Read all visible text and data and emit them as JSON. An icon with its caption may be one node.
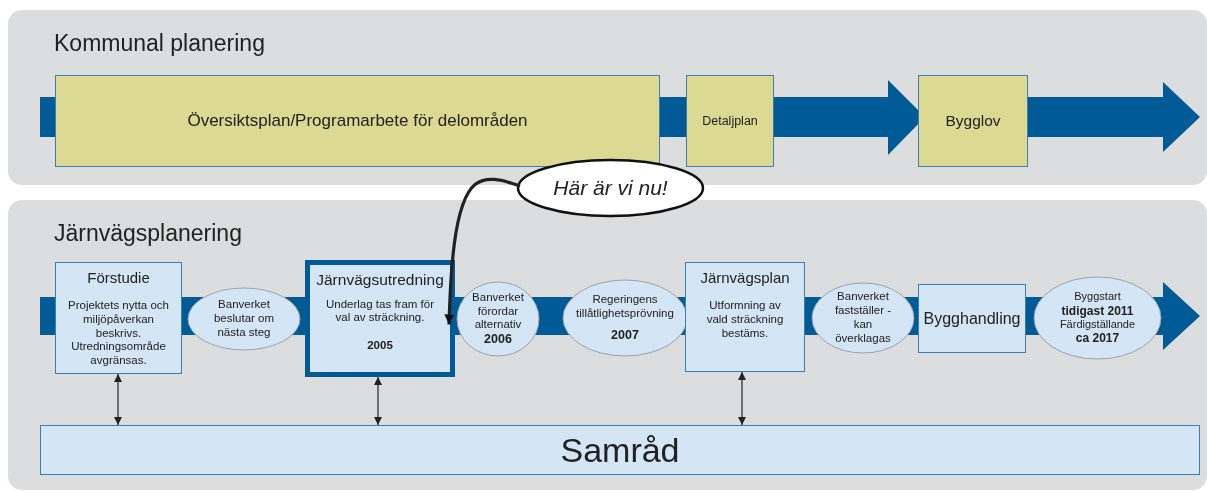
{
  "diagram": {
    "nodes": [
      {
        "text": [
          "Kommunal planering"
        ]
      },
      {
        "text": [
          "Översiktsplan/Programarbete för delområden"
        ],
        "in": 0
      },
      {
        "text": [
          "Detaljplan"
        ],
        "in": 0
      },
      {
        "text": [
          "Bygglov"
        ],
        "in": 0
      },
      {
        "text": [
          "Järnvägsplanering"
        ]
      },
      {
        "text": [
          "Förstudie",
          "Projektets nytta och miljöpåverkan beskrivs. Utredningsområde avgränsas."
        ],
        "in": 4
      },
      {
        "text": [
          "Banverket beslutar om nästa steg"
        ],
        "in": 4
      },
      {
        "text": [
          "Järnvägsutredning",
          "Underlag tas fram för val av sträckning.",
          "2005"
        ],
        "in": 4
      },
      {
        "text": [
          "Banverket förordar alternativ",
          "2006"
        ],
        "in": 4
      },
      {
        "text": [
          "Regeringens tillåtlighetsprövning",
          "2007"
        ],
        "in": 4
      },
      {
        "text": [
          "Järnvägsplan",
          "Utformning av vald sträckning bestäms."
        ],
        "in": 4
      },
      {
        "text": [
          "Banverket fastställer - kan överklagas"
        ],
        "in": 4
      },
      {
        "text": [
          "Bygghandling"
        ],
        "in": 4
      },
      {
        "text": [
          "Byggstart",
          "tidigast 2011",
          "Färdigställande",
          "ca 2017"
        ],
        "in": 4
      },
      {
        "text": [
          "Samråd"
        ],
        "in": 4
      },
      {
        "text": [
          "Här är vi nu!"
        ]
      }
    ],
    "edges": [
      {
        "from": 5,
        "to": 14,
        "arrow": "both"
      },
      {
        "from": 7,
        "to": 14,
        "arrow": "both"
      },
      {
        "from": 10,
        "to": 14,
        "arrow": "both"
      },
      {
        "from": 15,
        "to": 7,
        "arrow": "to",
        "style": "thick"
      }
    ]
  }
}
